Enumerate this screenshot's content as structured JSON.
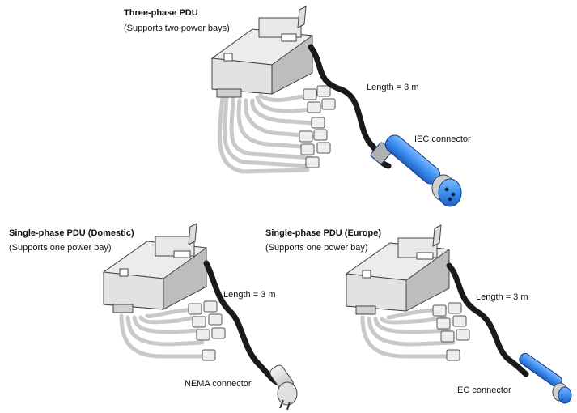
{
  "figure": {
    "three_phase": {
      "title": "Three-phase PDU",
      "subtitle": "(Supports two power bays)",
      "length": "Length = 3 m",
      "connector": "IEC connector"
    },
    "single_domestic": {
      "title": "Single-phase PDU (Domestic)",
      "subtitle": "(Supports one power bay)",
      "length": "Length = 3 m",
      "connector": "NEMA connector"
    },
    "single_europe": {
      "title": "Single-phase PDU (Europe)",
      "subtitle": "(Supports one power bay)",
      "length": "Length = 3 m",
      "connector": "IEC connector"
    }
  },
  "colors": {
    "box_face": "#e6e6e6",
    "box_side": "#bdbdbd",
    "cable_gray": "#c8c8c8",
    "cable_black": "#1a1a1a",
    "iec_blue": "#3d8ff0"
  }
}
